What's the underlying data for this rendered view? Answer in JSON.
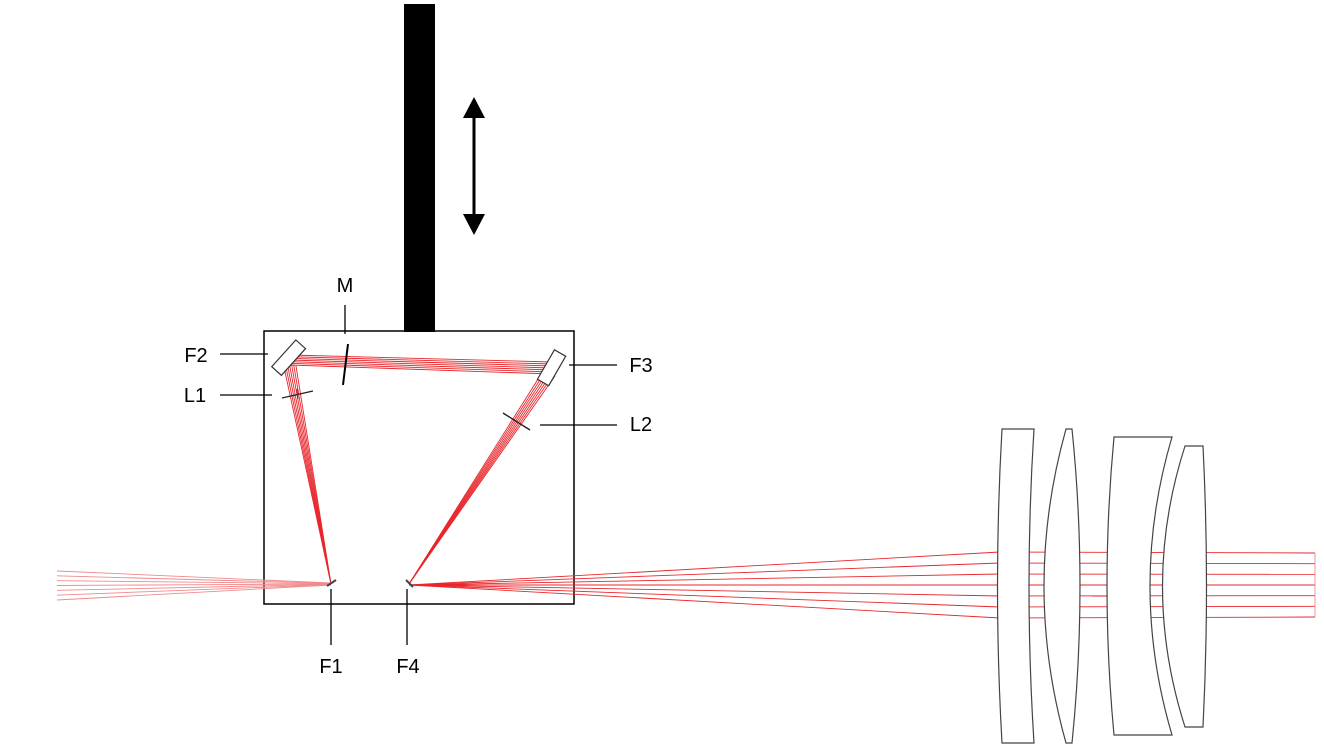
{
  "labels": {
    "m": "M",
    "f1": "F1",
    "f2": "F2",
    "f3": "F3",
    "f4": "F4",
    "l1": "L1",
    "l2": "L2"
  },
  "colors": {
    "ray": "#e8262b",
    "ray_light": "#f08a8c",
    "outline": "#000000",
    "stage_rod": "#000000",
    "motion_arrow": "#000000"
  },
  "icons": {
    "motion": "double-arrow-vertical-icon"
  }
}
